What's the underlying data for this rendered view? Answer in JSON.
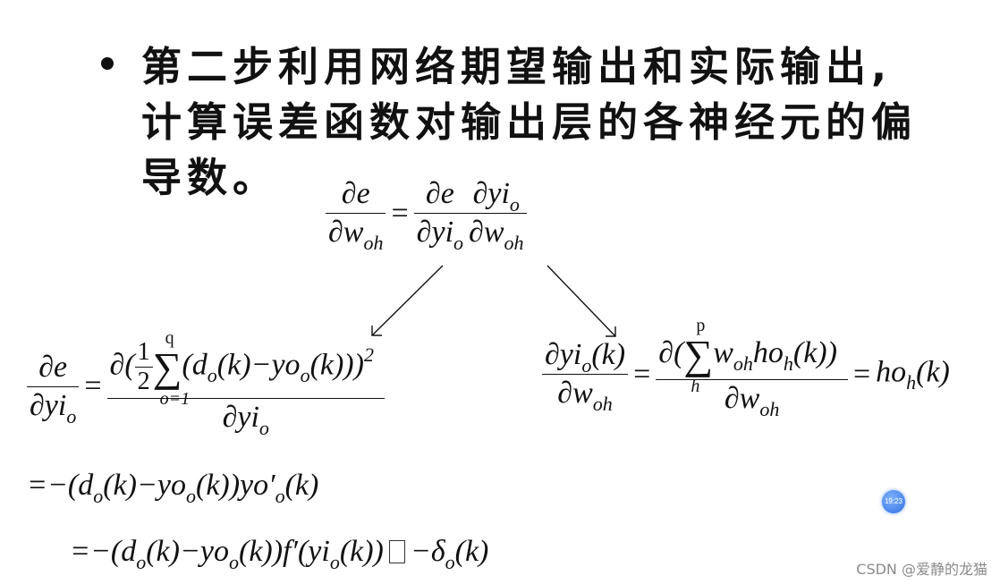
{
  "bullet": {
    "line1": "第二步利用网络期望输出和实际输出,",
    "line2": "计算误差函数对输出层的各神经元的偏",
    "line3": "导数。"
  },
  "formulas": {
    "main": {
      "lhs_num": "∂e",
      "lhs_den_base": "∂w",
      "lhs_den_sub": "oh",
      "eq": "=",
      "r1_num": "∂e",
      "r1_den_base": "∂yi",
      "r1_den_sub": "o",
      "r2_num_base": "∂yi",
      "r2_num_sub": "o",
      "r2_den_base": "∂w",
      "r2_den_sub": "oh"
    },
    "left": {
      "lhs_num": "∂e",
      "lhs_den_base": "∂yi",
      "lhs_den_sub": "o",
      "eq": "=",
      "num_open": "∂(",
      "half_num": "1",
      "half_den": "2",
      "sum_top": "q",
      "sum_bot": "o=1",
      "sum_sign": "∑",
      "term": "(d",
      "term_sub1": "o",
      "term_mid": "(k)−yo",
      "term_sub2": "o",
      "term_end": "(k)))",
      "power": "2",
      "den_base": "∂yi",
      "den_sub": "o",
      "line2_a": "=−(d",
      "line2_sub1": "o",
      "line2_b": "(k)−yo",
      "line2_sub2": "o",
      "line2_c": "(k))yo′",
      "line2_sub3": "o",
      "line2_d": "(k)",
      "line3_a": "=−(d",
      "line3_sub1": "o",
      "line3_b": "(k)−yo",
      "line3_sub2": "o",
      "line3_c": "(k))f′(yi",
      "line3_sub3": "o",
      "line3_d": "(k))",
      "line3_e": "−δ",
      "line3_sub4": "o",
      "line3_f": "(k)"
    },
    "right": {
      "lhs_num_base": "∂yi",
      "lhs_num_sub": "o",
      "lhs_num_end": "(k)",
      "lhs_den_base": "∂w",
      "lhs_den_sub": "oh",
      "eq": "=",
      "num_open": "∂(",
      "sum_top": "p",
      "sum_bot": "h",
      "sum_sign": "∑",
      "term_a": "w",
      "term_sub1": "oh",
      "term_b": "ho",
      "term_sub2": "h",
      "term_c": "(k))",
      "den_base": "∂w",
      "den_sub": "oh",
      "eq2": "=",
      "res_a": "ho",
      "res_sub": "h",
      "res_b": "(k)"
    }
  },
  "badge": {
    "time": "19:23"
  },
  "watermark": "CSDN @爱静的龙猫"
}
